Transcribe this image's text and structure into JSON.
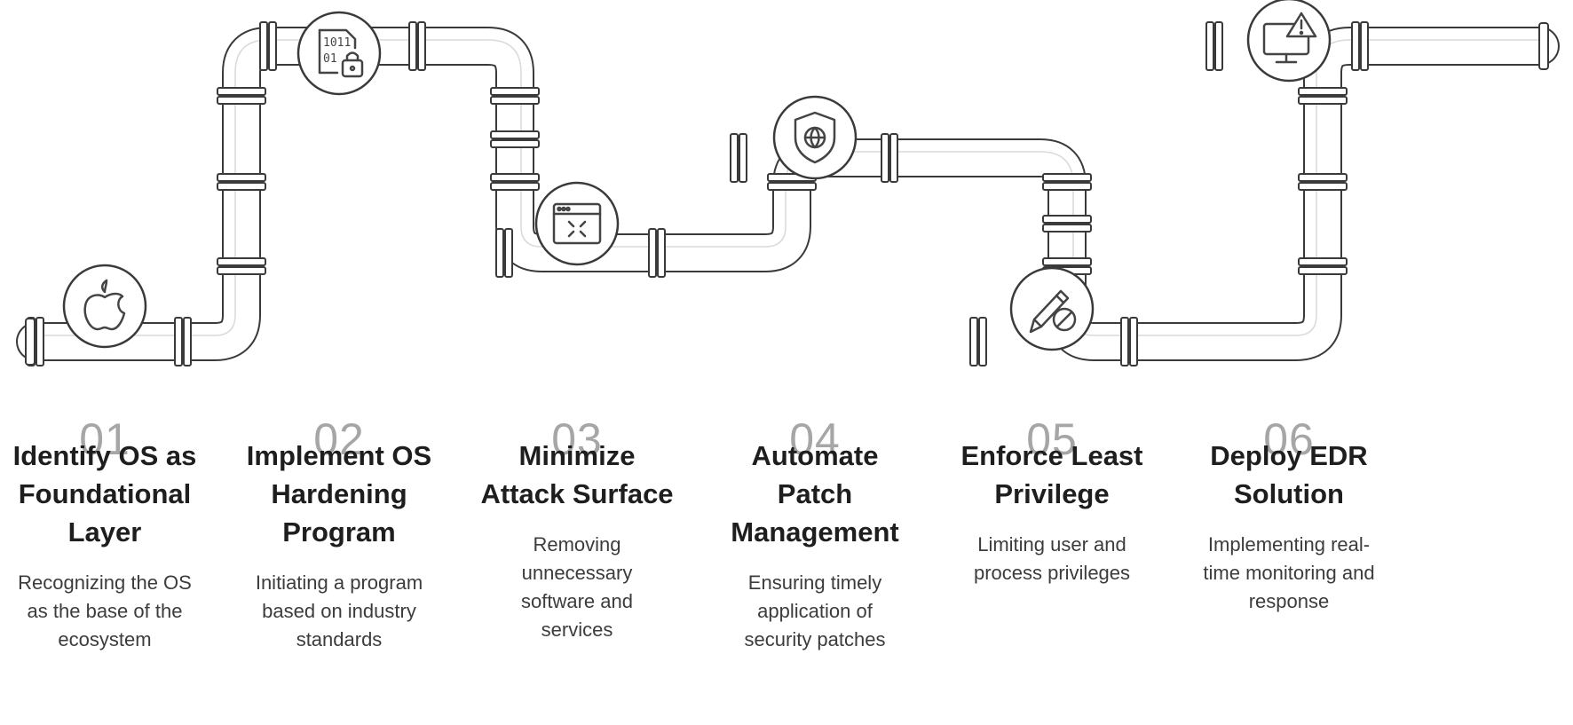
{
  "steps": [
    {
      "number": "01",
      "title_lines": [
        "Identify OS as",
        "Foundational",
        "Layer"
      ],
      "desc_lines": [
        "Recognizing the OS",
        "as the base of the",
        "ecosystem"
      ],
      "icon": "apple-icon"
    },
    {
      "number": "02",
      "title_lines": [
        "Implement OS",
        "Hardening",
        "Program"
      ],
      "desc_lines": [
        "Initiating a program",
        "based on industry",
        "standards"
      ],
      "icon": "binary-lock-icon"
    },
    {
      "number": "03",
      "title_lines": [
        "Minimize",
        "Attack Surface"
      ],
      "desc_lines": [
        "Removing",
        "unnecessary",
        "software and",
        "services"
      ],
      "icon": "app-window-icon"
    },
    {
      "number": "04",
      "title_lines": [
        "Automate",
        "Patch",
        "Management"
      ],
      "desc_lines": [
        "Ensuring timely",
        "application of",
        "security patches"
      ],
      "icon": "shield-globe-icon"
    },
    {
      "number": "05",
      "title_lines": [
        "Enforce Least",
        "Privilege"
      ],
      "desc_lines": [
        "Limiting user and",
        "process privileges"
      ],
      "icon": "pencil-blocked-icon"
    },
    {
      "number": "06",
      "title_lines": [
        "Deploy EDR",
        "Solution"
      ],
      "desc_lines": [
        "Implementing real-",
        "time monitoring and",
        "response"
      ],
      "icon": "monitor-alert-icon"
    }
  ],
  "colors": {
    "pipe_outline": "#3a3a3a",
    "number": "#a6a6a6",
    "title": "#1e1e1e",
    "desc": "#3c3c3c"
  }
}
